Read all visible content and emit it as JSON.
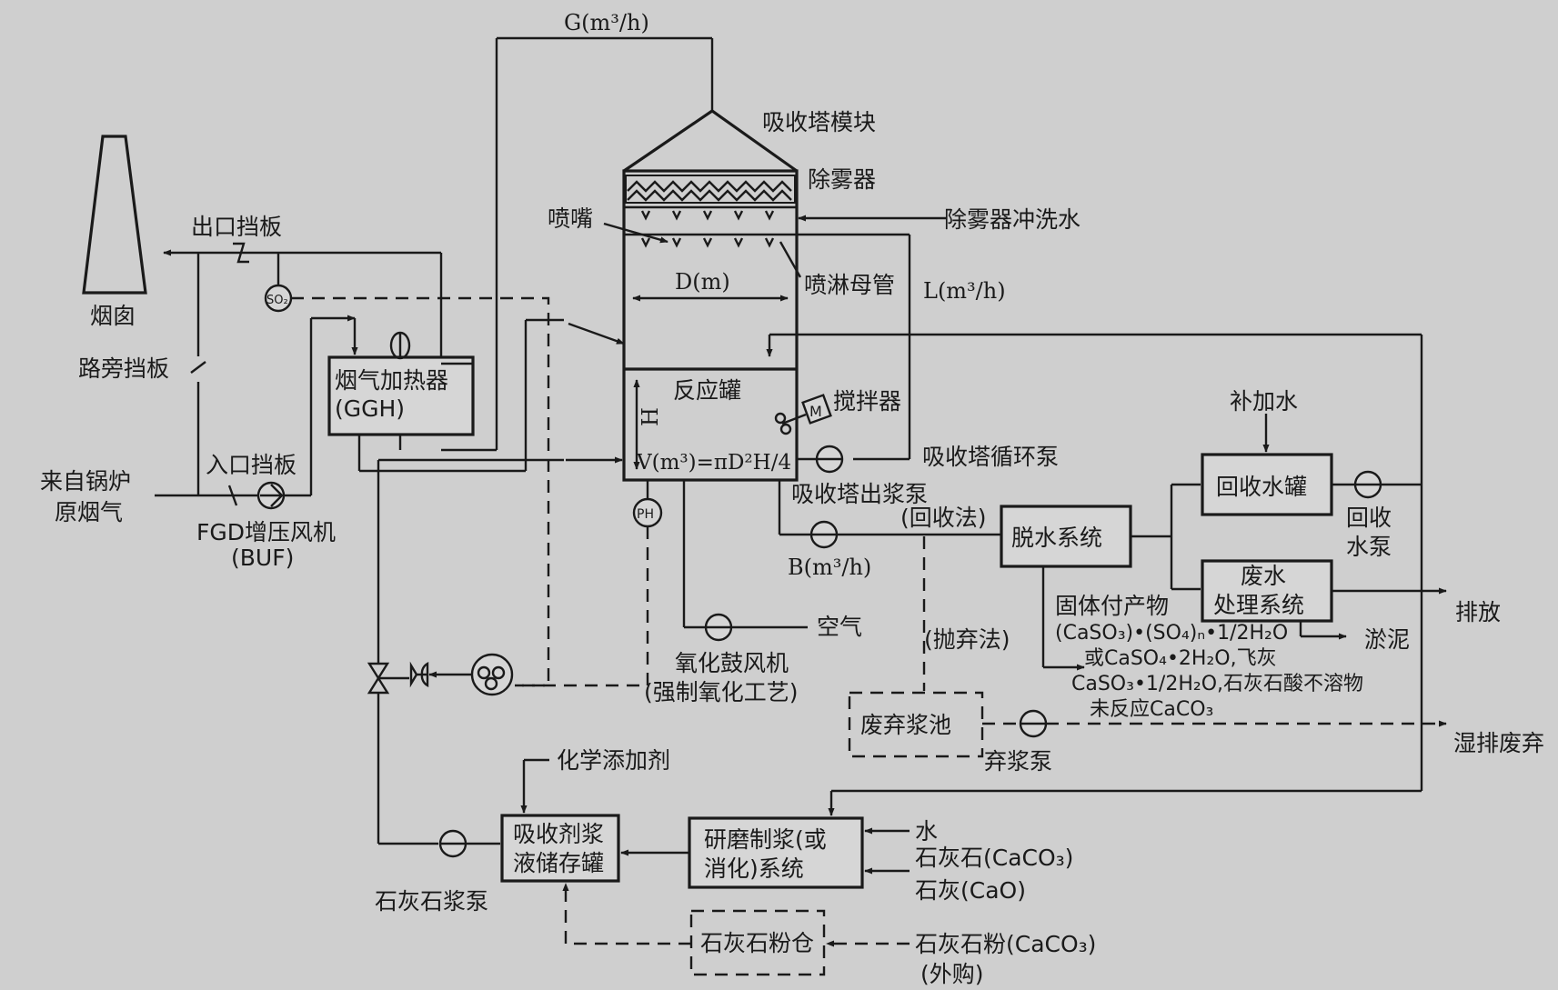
{
  "labels": {
    "gas_flow": "G(m³/h)",
    "tower_module": "吸收塔模块",
    "demister": "除雾器",
    "nozzle": "喷嘴",
    "demister_wash_water": "除雾器冲洗水",
    "diameter": "D(m)",
    "spray_header": "喷淋母管",
    "liquid_flow": "L(m³/h)",
    "reaction_tank": "反应罐",
    "height": "H",
    "volume_formula": "V(m³)=πD²H/4",
    "agitator": "搅拌器",
    "motor": "M",
    "circulation_pump": "吸收塔循环泵",
    "bleed_pump": "吸收塔出浆泵",
    "recovery_method": "(回收法)",
    "bleed_flow": "B(m³/h)",
    "ph": "PH",
    "air": "空气",
    "oxidation_blower": "氧化鼓风机",
    "forced_oxidation": "(强制氧化工艺)",
    "chimney": "烟囱",
    "outlet_damper": "出口挡板",
    "bypass_damper": "路旁挡板",
    "inlet_damper": "入口挡板",
    "boiler_gas_1": "来自锅炉",
    "boiler_gas_2": "原烟气",
    "booster_fan": "FGD增压风机",
    "booster_fan_abbr": "(BUF)",
    "so2": "SO₂",
    "ggh_1": "烟气加热器",
    "ggh_2": "(GGH)",
    "dewatering": "脱水系统",
    "makeup_water": "补加水",
    "recycle_tank": "回收水罐",
    "recycle_pump_1": "回收",
    "recycle_pump_2": "水泵",
    "wastewater_1": "废水",
    "wastewater_2": "处理系统",
    "discharge": "排放",
    "sludge": "淤泥",
    "byproduct_1": "固体付产物",
    "byproduct_2": "(CaSO₃)•(SO₄)ₙ•1/2H₂O",
    "byproduct_3": "或CaSO₄•2H₂O,飞灰",
    "byproduct_4": "CaSO₃•1/2H₂O,石灰石酸不溶物",
    "byproduct_5": "未反应CaCO₃",
    "abandon_method": "(抛弃法)",
    "waste_pond": "废弃浆池",
    "abandon_pump": "弃浆泵",
    "wet_disposal": "湿排废弃",
    "chem_additive": "化学添加剂",
    "absorbent_tank_1": "吸收剂浆",
    "absorbent_tank_2": "液储存罐",
    "grinding_1": "研磨制浆(或",
    "grinding_2": "消化)系统",
    "water": "水",
    "limestone": "石灰石(CaCO₃)",
    "lime": "石灰(CaO)",
    "limestone_slurry_pump": "石灰石浆泵",
    "powder_silo": "石灰石粉仓",
    "limestone_powder": "石灰石粉(CaCO₃)",
    "purchased": "(外购)"
  }
}
